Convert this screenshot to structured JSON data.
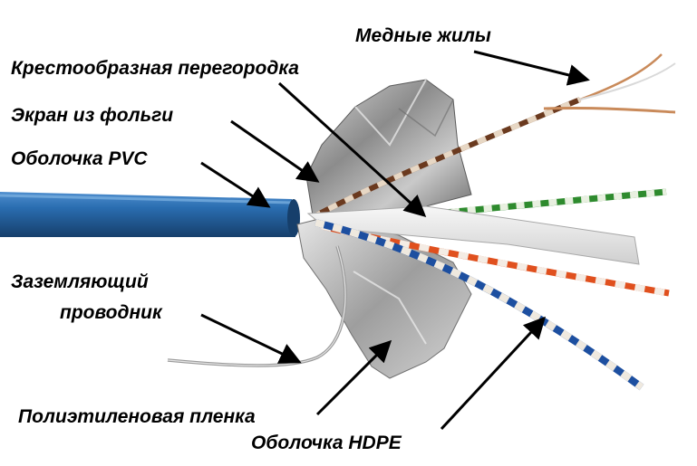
{
  "labels": {
    "copper_cores": "Медные жилы",
    "cross_separator": "Крестообразная перегородка",
    "foil_shield": "Экран из фольги",
    "pvc_jacket": "Оболочка PVC",
    "drain_wire_line1": "Заземляющий",
    "drain_wire_line2": "проводник",
    "polyethylene_film": "Полиэтиленовая пленка",
    "hdpe_jacket": "Оболочка HDPE"
  },
  "colors": {
    "pvc_jacket": "#1f5f9e",
    "foil": "#b7b7b7",
    "separator": "#e9e9e9",
    "pair_brown": "#6b3a1f",
    "pair_green": "#2e8b2e",
    "pair_orange": "#e0501e",
    "pair_blue": "#1d4fa0",
    "copper": "#c98a5a"
  }
}
